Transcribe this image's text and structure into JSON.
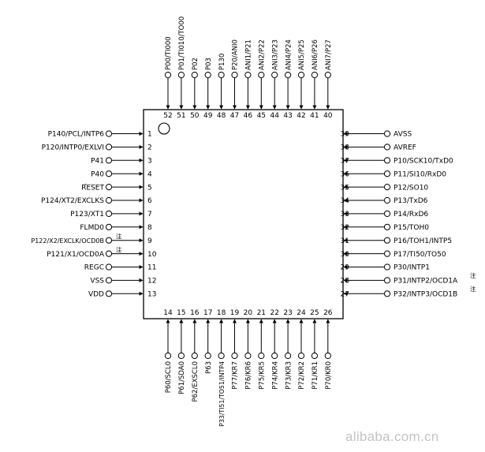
{
  "chip": {
    "left_pins": [
      {
        "num": "1",
        "name": "P140/PCL/INTP6"
      },
      {
        "num": "2",
        "name": "P120/INTP0/EXLVI"
      },
      {
        "num": "3",
        "name": "P41"
      },
      {
        "num": "4",
        "name": "P40"
      },
      {
        "num": "5",
        "name": "RESET",
        "overline": true
      },
      {
        "num": "6",
        "name": "P124/XT2/EXCLKS"
      },
      {
        "num": "7",
        "name": "P123/XT1"
      },
      {
        "num": "8",
        "name": "FLMD0"
      },
      {
        "num": "9",
        "name": "P122/X2/EXCLK/OCD0B",
        "note": "注"
      },
      {
        "num": "10",
        "name": "P121/X1/OCD0A",
        "note": "注"
      },
      {
        "num": "11",
        "name": "REGC"
      },
      {
        "num": "12",
        "name": "VSS"
      },
      {
        "num": "13",
        "name": "VDD"
      }
    ],
    "bottom_pins": [
      {
        "num": "14",
        "name": "P60/SCL0"
      },
      {
        "num": "15",
        "name": "P61/SDA0"
      },
      {
        "num": "16",
        "name": "P62/EXSCL0"
      },
      {
        "num": "17",
        "name": "P63"
      },
      {
        "num": "18",
        "name": "P33/TI51/TO51/INTP4"
      },
      {
        "num": "19",
        "name": "P77/KR7"
      },
      {
        "num": "20",
        "name": "P76/KR6"
      },
      {
        "num": "21",
        "name": "P75/KR5"
      },
      {
        "num": "22",
        "name": "P74/KR4"
      },
      {
        "num": "23",
        "name": "P73/KR3"
      },
      {
        "num": "24",
        "name": "P72/KR2"
      },
      {
        "num": "25",
        "name": "P71/KR1"
      },
      {
        "num": "26",
        "name": "P70/KR0"
      }
    ],
    "right_pins": [
      {
        "num": "39",
        "name": "AVSS"
      },
      {
        "num": "38",
        "name": "AVREF"
      },
      {
        "num": "37",
        "name": "P10/SCK10/TxD0"
      },
      {
        "num": "36",
        "name": "P11/SI10/RxD0"
      },
      {
        "num": "35",
        "name": "P12/SO10"
      },
      {
        "num": "34",
        "name": "P13/TxD6"
      },
      {
        "num": "33",
        "name": "P14/RxD6"
      },
      {
        "num": "32",
        "name": "P15/TOH0"
      },
      {
        "num": "31",
        "name": "P16/TOH1/INTP5"
      },
      {
        "num": "30",
        "name": "P17/TI50/TO50"
      },
      {
        "num": "29",
        "name": "P30/INTP1"
      },
      {
        "num": "28",
        "name": "P31/INTP2/OCD1A",
        "note": "注"
      },
      {
        "num": "27",
        "name": "P32/INTP3/OCD1B",
        "note": "注"
      }
    ],
    "top_pins": [
      {
        "num": "52",
        "name": "P00/TI000"
      },
      {
        "num": "51",
        "name": "P01/TI010/TO00"
      },
      {
        "num": "50",
        "name": "P02"
      },
      {
        "num": "49",
        "name": "P03"
      },
      {
        "num": "48",
        "name": "P130"
      },
      {
        "num": "47",
        "name": "P20/ANI0"
      },
      {
        "num": "46",
        "name": "ANI1/P21"
      },
      {
        "num": "45",
        "name": "ANI2/P22"
      },
      {
        "num": "44",
        "name": "ANI3/P23"
      },
      {
        "num": "43",
        "name": "ANI4/P24"
      },
      {
        "num": "42",
        "name": "ANI5/P25"
      },
      {
        "num": "41",
        "name": "ANI6/P26"
      },
      {
        "num": "40",
        "name": "ANI7/P27"
      }
    ]
  },
  "watermark": "alibaba.com.cn"
}
